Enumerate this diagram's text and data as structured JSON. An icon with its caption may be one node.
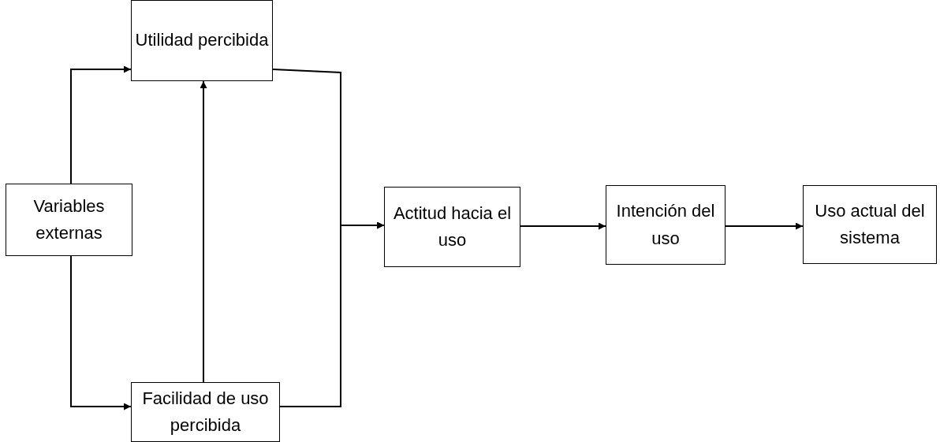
{
  "diagram": {
    "nodes": [
      {
        "text": [
          "Utilidad percibida"
        ]
      },
      {
        "text": [
          "Variables externas"
        ]
      },
      {
        "text": [
          "Actitud hacia el uso"
        ]
      },
      {
        "text": [
          "Intención del uso"
        ]
      },
      {
        "text": [
          "Uso actual del sistema"
        ]
      },
      {
        "text": [
          "Facilidad de uso percibida"
        ]
      }
    ],
    "edges": [
      {
        "from": 1,
        "to": 0,
        "arrow": "to"
      },
      {
        "from": 1,
        "to": 5,
        "arrow": "to"
      },
      {
        "from": 5,
        "to": 0,
        "arrow": "to"
      },
      {
        "from": 0,
        "to": 2,
        "arrow": "to"
      },
      {
        "from": 5,
        "to": 2,
        "arrow": "to"
      },
      {
        "from": 2,
        "to": 3,
        "arrow": "to"
      },
      {
        "from": 3,
        "to": 4,
        "arrow": "to"
      }
    ]
  }
}
